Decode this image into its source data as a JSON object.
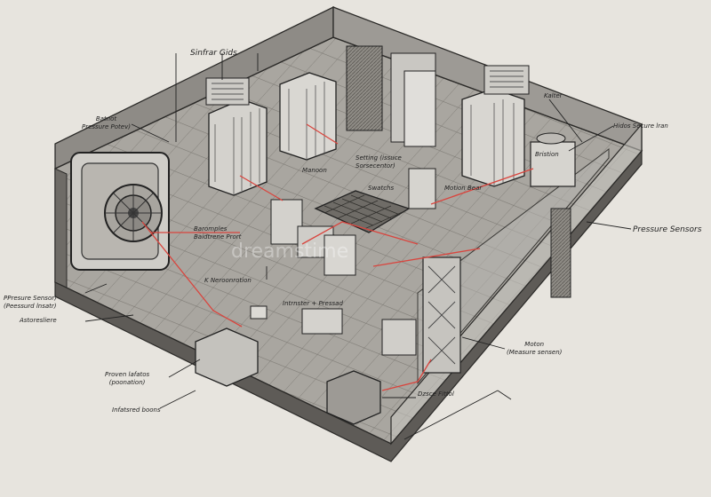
{
  "labels": {
    "control_grids": "Sinfrar Gids",
    "batnot_pressure": "Batnot\nPressure Potev)",
    "pressure_sensor_left": "PPresure Sensor)\n(Peessurd lnsatr)",
    "astrestiere": "Astoresliere",
    "proven_infatos": "Proven lafatos\n(poonation)",
    "infatsred_boons": "Infatsred boons",
    "manoon": "Manoon",
    "setting_screen": "Setting (issuce\nSorsecentor)",
    "switchs": "Swatchs",
    "motion_bear": "Motion Bear",
    "barometric": "Baromples\nBaidtrene Prort",
    "k_nemoreetion": "K Neroonrotion",
    "intruder_pressad": "Intrnster  +  Pressad",
    "kalter": "Kalter",
    "hidos_secure": "Hidos Secure lran",
    "bristion": "Bristion",
    "pressure_sensors": "Pressure Sensors",
    "motion_measure": "Moton\n(Measure sensen)",
    "dzsce_fittol": "Dzsce Fittol"
  },
  "watermark": "dreamstime"
}
